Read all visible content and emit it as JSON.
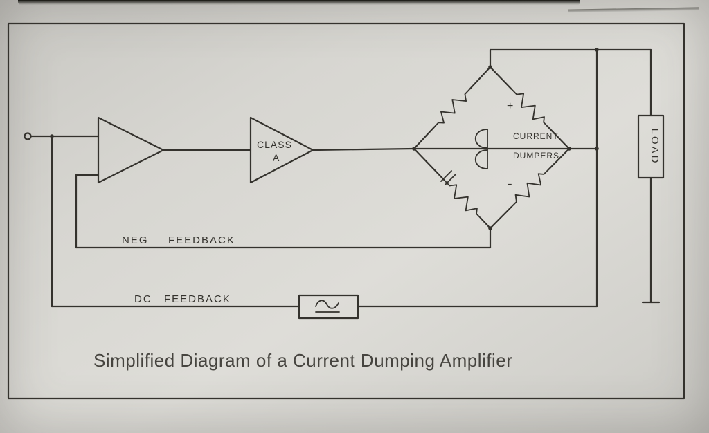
{
  "colors": {
    "paper": "#d8d7d2",
    "ink": "#34322d",
    "caption_text": "#46443f"
  },
  "caption": "Simplified Diagram of a Current Dumping Amplifier",
  "diagram": {
    "amp2": {
      "line1": "CLASS",
      "line2": "A"
    },
    "neg_feedback": [
      "NEG",
      "FEEDBACK"
    ],
    "dc_feedback": [
      "DC",
      "FEEDBACK"
    ],
    "bridge": {
      "plus": "+",
      "minus": "-",
      "label": [
        "CURRENT",
        "DUMPERS"
      ]
    },
    "load": "LOAD"
  }
}
